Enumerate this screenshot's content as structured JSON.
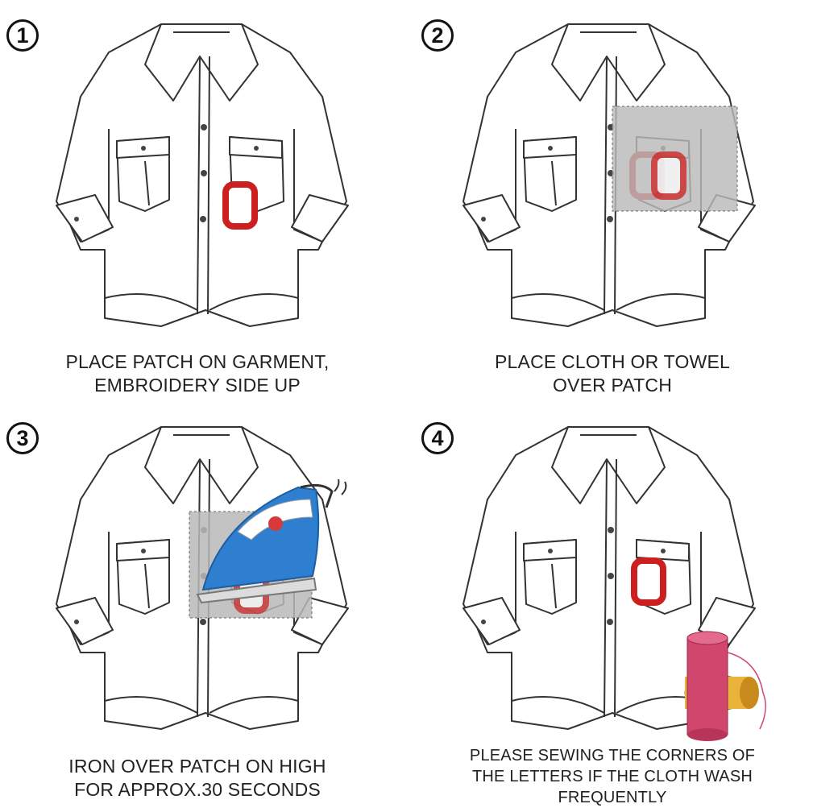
{
  "steps": [
    {
      "number": "1",
      "lines": [
        "PLACE PATCH ON GARMENT,",
        "EMBROIDERY SIDE UP"
      ]
    },
    {
      "number": "2",
      "lines": [
        "PLACE CLOTH OR TOWEL",
        "OVER PATCH"
      ]
    },
    {
      "number": "3",
      "lines": [
        "IRON OVER PATCH ON HIGH",
        "FOR APPROX.30 SECONDS"
      ]
    },
    {
      "number": "4",
      "lines": [
        "PLEASE SEWING THE CORNERS OF",
        "THE LETTERS IF THE CLOTH WASH",
        "FREQUENTLY"
      ]
    }
  ],
  "patch_letter": "O",
  "colors": {
    "patch": "#cc1f1f",
    "towel": "#b9b9b9",
    "iron_body": "#2f7fd0",
    "thread_pink": "#d0466d",
    "thread_yellow": "#e3a92c"
  }
}
